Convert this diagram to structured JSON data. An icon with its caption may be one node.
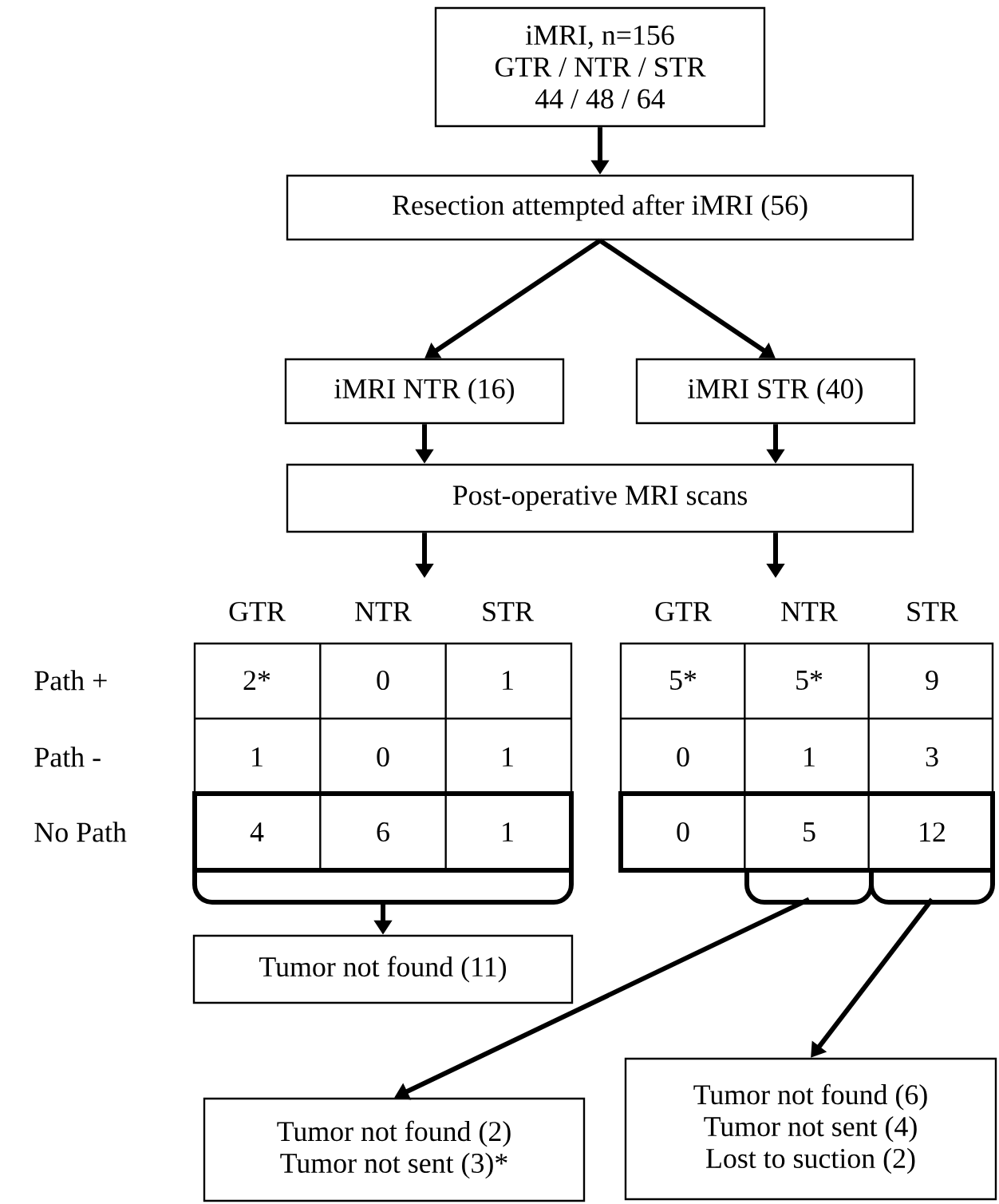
{
  "diagram": {
    "nodes": [
      {
        "text": [
          "iMRI, n=156",
          "GTR / NTR / STR",
          "44 / 48 / 64"
        ]
      },
      {
        "text": [
          "Resection attempted after iMRI (56)"
        ]
      },
      {
        "text": [
          "iMRI NTR (16)"
        ]
      },
      {
        "text": [
          "iMRI STR (40)"
        ]
      },
      {
        "text": [
          "Post-operative MRI scans"
        ]
      },
      {
        "text": [],
        "shape": "box"
      },
      {
        "text": [],
        "shape": "box"
      },
      {
        "text": [],
        "shape": "bracket"
      },
      {
        "text": [],
        "shape": "bracket"
      },
      {
        "text": [],
        "shape": "bracket"
      },
      {
        "text": [
          "Tumor not found (11)"
        ]
      },
      {
        "text": [
          "Tumor not found (2)",
          "Tumor not sent (3)*"
        ]
      },
      {
        "text": [
          "Tumor not found (6)",
          "Tumor not sent (4)",
          "Lost to suction (2)"
        ]
      }
    ],
    "edges": [
      {
        "from": 0,
        "to": 1,
        "arrow": "to"
      },
      {
        "from": 1,
        "to": 2,
        "arrow": "to"
      },
      {
        "from": 1,
        "to": 3,
        "arrow": "to"
      },
      {
        "from": 2,
        "to": 4,
        "arrow": "to"
      },
      {
        "from": 3,
        "to": 4,
        "arrow": "to"
      },
      {
        "from": 4,
        "to": null,
        "arrow": "to"
      },
      {
        "from": 4,
        "to": null,
        "arrow": "to"
      },
      {
        "from": 7,
        "to": 10,
        "arrow": "to"
      },
      {
        "from": 8,
        "to": 11,
        "arrow": "to"
      },
      {
        "from": 9,
        "to": 12,
        "arrow": "to"
      }
    ],
    "labels": [
      "GTR",
      "NTR",
      "STR",
      "GTR",
      "NTR",
      "STR",
      "Path +",
      "2*",
      "0",
      "1",
      "5*",
      "5*",
      "9",
      "Path -",
      "1",
      "0",
      "1",
      "0",
      "1",
      "3",
      "No Path",
      "4",
      "6",
      "1",
      "0",
      "5",
      "12"
    ]
  }
}
